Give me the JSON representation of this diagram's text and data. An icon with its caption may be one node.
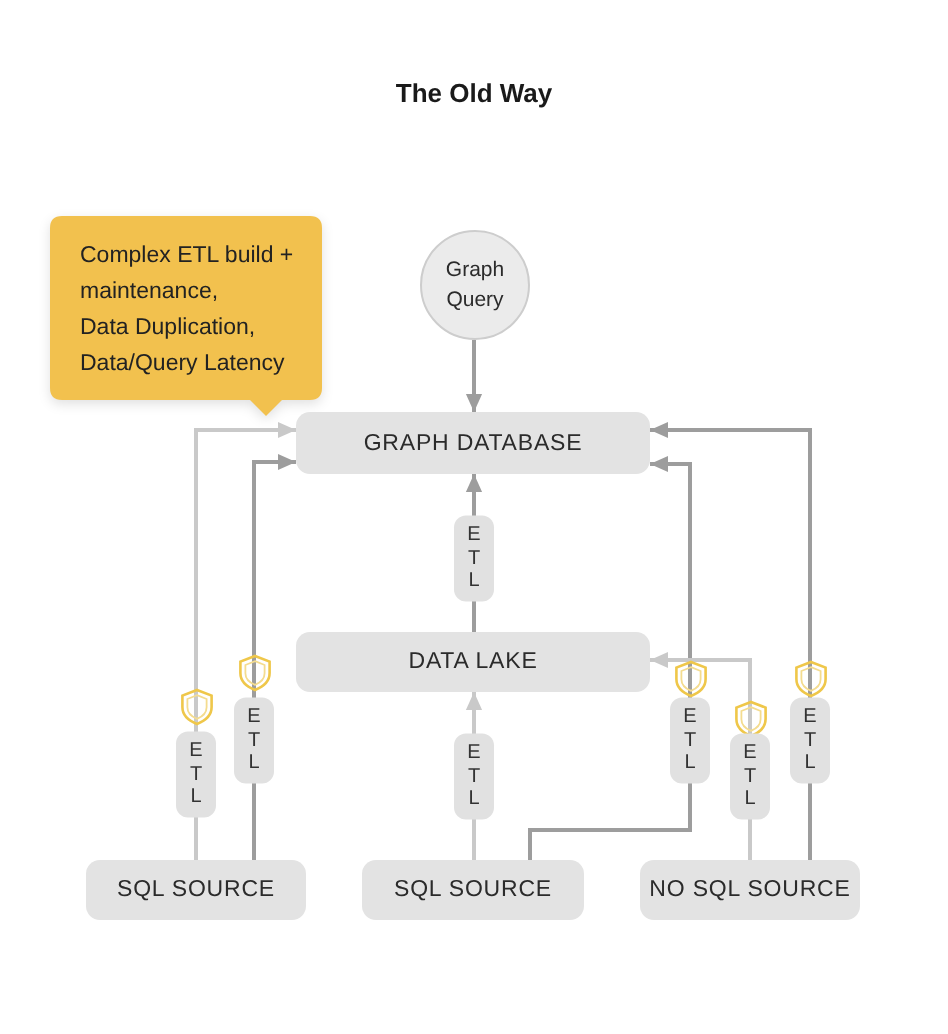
{
  "diagram": {
    "title": "The Old Way",
    "nodes": [
      {
        "text": [
          "Complex ETL build + maintenance,",
          "Data Duplication,",
          "Data/Query Latency"
        ]
      },
      {
        "text": [
          "Graph Query"
        ]
      },
      {
        "text": [
          "GRAPH DATABASE"
        ]
      },
      {
        "text": [
          "DATA LAKE"
        ]
      },
      {
        "text": [
          "SQL SOURCE"
        ]
      },
      {
        "text": [
          "SQL SOURCE"
        ]
      },
      {
        "text": [
          "NO SQL SOURCE"
        ]
      }
    ],
    "edges": [
      {
        "from": 1,
        "to": 2,
        "arrow": "to"
      },
      {
        "from": 4,
        "to": 2,
        "arrow": "to",
        "label": "ETL",
        "color": "#c9c9c9"
      },
      {
        "from": 4,
        "to": 2,
        "arrow": "to",
        "label": "ETL"
      },
      {
        "from": 3,
        "to": 2,
        "arrow": "to",
        "label": "ETL"
      },
      {
        "from": 5,
        "to": 3,
        "arrow": "to",
        "label": "ETL",
        "color": "#c9c9c9"
      },
      {
        "from": 5,
        "to": 2,
        "arrow": "to",
        "label": "ETL"
      },
      {
        "from": 6,
        "to": 3,
        "arrow": "to",
        "label": "ETL",
        "color": "#c9c9c9"
      },
      {
        "from": 6,
        "to": 2,
        "arrow": "to",
        "label": "ETL"
      }
    ]
  }
}
